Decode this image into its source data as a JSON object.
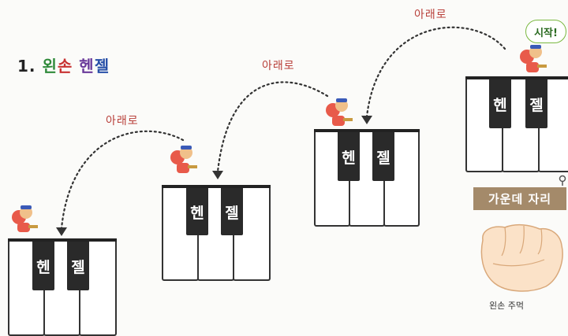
{
  "title": {
    "number": "1.",
    "chars": [
      "왼",
      "손",
      "헨",
      "젤"
    ]
  },
  "hints": [
    "아래로",
    "아래로",
    "아래로"
  ],
  "start_bubble": "시작!",
  "pianos": [
    {
      "keys": [
        "헨",
        "젤"
      ]
    },
    {
      "keys": [
        "헨",
        "젤"
      ]
    },
    {
      "keys": [
        "헨",
        "젤"
      ]
    },
    {
      "keys": [
        "헨",
        "젤"
      ]
    }
  ],
  "position_label": "가운데 자리",
  "hand_caption": "왼손 주먹",
  "colors": {
    "hint": "#b8403a",
    "label_bg": "#a48a6a",
    "black_key": "#2a2a2a",
    "dots": "#333333"
  }
}
